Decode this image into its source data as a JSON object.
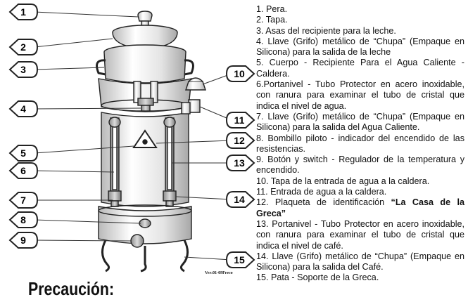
{
  "callouts": [
    "1",
    "2",
    "3",
    "4",
    "5",
    "6",
    "7",
    "8",
    "9",
    "10",
    "11",
    "12",
    "13",
    "14",
    "15"
  ],
  "legend": [
    {
      "text": "1. Pera."
    },
    {
      "text": "2. Tapa."
    },
    {
      "text": "3. Asas del recipiente para la leche."
    },
    {
      "text": "4. Llave (Grifo) metálico de “Chupa” (Empaque en Silicona)      para la salida de la leche"
    },
    {
      "text": "5. Cuerpo - Recipiente Para el Agua Caliente - Caldera."
    },
    {
      "text": "6.Portanivel -     Tubo Protector en acero inoxidable, con ranura para examinar el tubo de cristal que indica el nivel de agua."
    },
    {
      "text": "7. Llave (Grifo) metálico de “Chupa” (Empaque en Silicona)              para la salida del Agua Caliente."
    },
    {
      "text": "8. Bombillo piloto - indicador del encendido de las resistencias."
    },
    {
      "text": "9. Botón y switch - Regulador de la temperatura y encendido."
    },
    {
      "text": "10.  Tapa de la entrada de agua a la caldera."
    },
    {
      "text": "11.  Entrada de agua a la caldera."
    },
    {
      "text": "12. Plaqueta de identificación  ",
      "bold": "“La Casa de la Greca”"
    },
    {
      "text": "13.  Portanivel - Tubo Protector en acero inoxidable, con ranura para examinar el tubo de cristal que indica el nivel de café."
    },
    {
      "text": "14. Llave (Grifo) metálico de “Chupa” (Empaque en Silicona)       para la salida del Café."
    },
    {
      "text": "15. Pata - Soporte de la Greca."
    }
  ],
  "warning": "Precaución:",
  "version": "Ver:01-09Freco"
}
